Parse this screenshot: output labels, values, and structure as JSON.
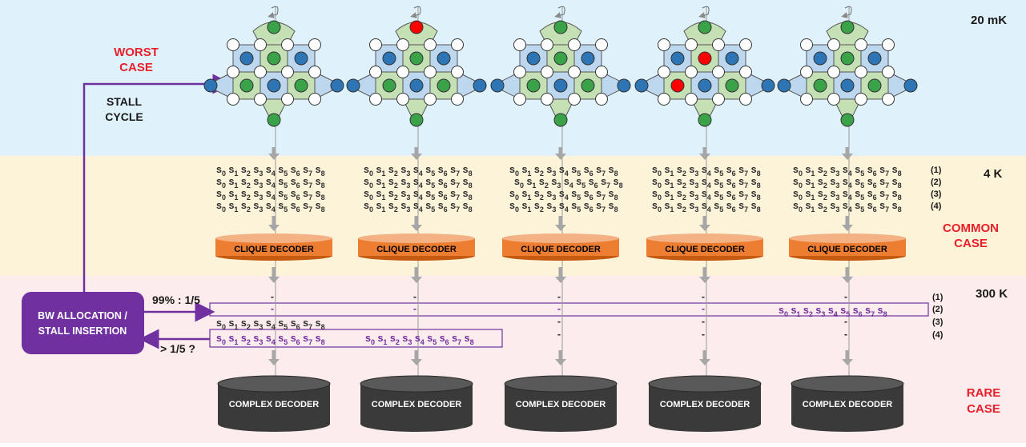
{
  "bands": {
    "top": {
      "label": "20 mK",
      "color": "#dff2fb"
    },
    "mid": {
      "label": "4 K",
      "color": "#fdf3d8"
    },
    "bottom": {
      "label": "300 K",
      "color": "#fdeced"
    }
  },
  "case_labels": {
    "worst": [
      "WORST",
      "CASE"
    ],
    "common": [
      "COMMON",
      "CASE"
    ],
    "rare": [
      "RARE",
      "CASE"
    ]
  },
  "stall_cycle": [
    "STALL",
    "CYCLE"
  ],
  "bw_box": [
    "BW ALLOCATION /",
    "STALL INSERTION"
  ],
  "bw_fraction": "99% : 1/5",
  "bw_overflow": "> 1/5 ?",
  "clique_decoder_label": "CLIQUE DECODER",
  "complex_decoder_label": "COMPLEX DECODER",
  "syndrome_symbols": [
    "s0",
    "s1",
    "s2",
    "s3",
    "s4",
    "s5",
    "s6",
    "s7",
    "s8"
  ],
  "row_tags": [
    "(1)",
    "(2)",
    "(3)",
    "(4)"
  ],
  "dash": "-",
  "lattices": [
    {
      "red_nodes": []
    },
    {
      "red_nodes": [
        "top-green"
      ]
    },
    {
      "red_nodes": []
    },
    {
      "red_nodes": [
        "center-a",
        "center-b"
      ]
    },
    {
      "red_nodes": []
    }
  ],
  "colors": {
    "clique_decoder": "#ed7d31",
    "complex_decoder": "#3a3a3a",
    "bw_box": "#7030a0",
    "red_case": "#e8202a",
    "arrow": "#a6a6a6",
    "x_stabilizer": "#bdd7ee",
    "z_stabilizer": "#c5e0b4",
    "error_node": "#ff0000"
  }
}
